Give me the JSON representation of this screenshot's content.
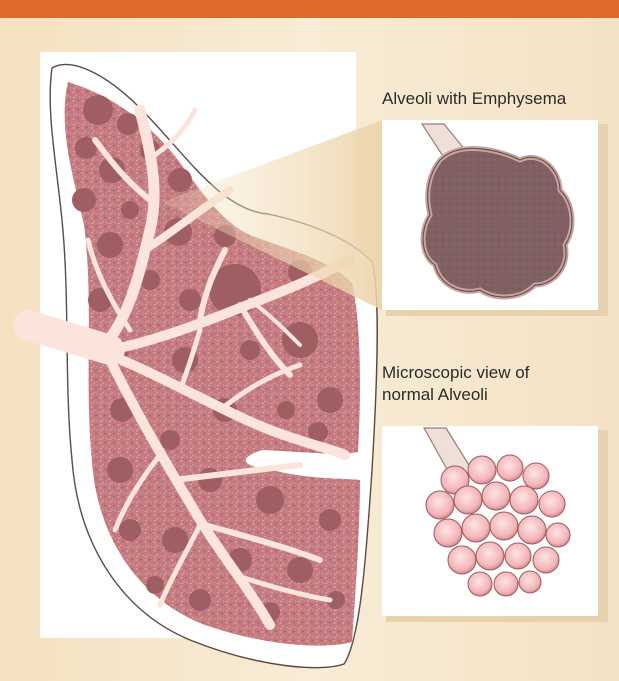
{
  "labels": {
    "emphysema": "Alveoli with Emphysema",
    "normal_line1": "Microscopic view of",
    "normal_line2": "normal Alveoli"
  },
  "colors": {
    "top_band": "#dd6a2a",
    "background": "#f4e2c2",
    "lung_tissue": "#c77b80",
    "airways": "#fbe4dc",
    "air_pocket": "#9e5e62",
    "emphysema_tissue": "#7e5d5f",
    "healthy_alveoli": "#f3b6b8"
  }
}
